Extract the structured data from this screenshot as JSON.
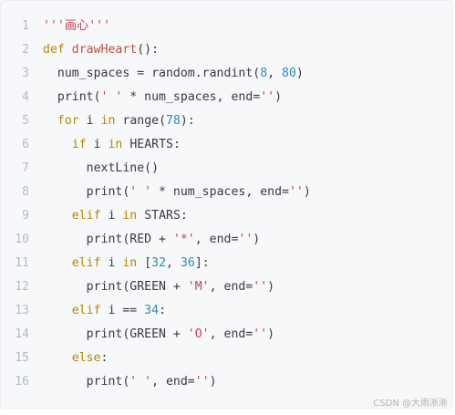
{
  "code": {
    "lines": [
      {
        "number": "1",
        "tokens": [
          {
            "t": "'''画心'''",
            "k": "str"
          }
        ]
      },
      {
        "number": "2",
        "tokens": [
          {
            "t": "def ",
            "k": "kw"
          },
          {
            "t": "drawHeart",
            "k": "fn"
          },
          {
            "t": "():",
            "k": "plain"
          }
        ]
      },
      {
        "number": "3",
        "tokens": [
          {
            "t": "  num_spaces = random.randint(",
            "k": "plain"
          },
          {
            "t": "8",
            "k": "num"
          },
          {
            "t": ", ",
            "k": "plain"
          },
          {
            "t": "80",
            "k": "num"
          },
          {
            "t": ")",
            "k": "plain"
          }
        ]
      },
      {
        "number": "4",
        "tokens": [
          {
            "t": "  print(",
            "k": "plain"
          },
          {
            "t": "' '",
            "k": "str"
          },
          {
            "t": " * num_spaces, end=",
            "k": "plain"
          },
          {
            "t": "''",
            "k": "str"
          },
          {
            "t": ")",
            "k": "plain"
          }
        ]
      },
      {
        "number": "5",
        "tokens": [
          {
            "t": "  ",
            "k": "plain"
          },
          {
            "t": "for",
            "k": "kw"
          },
          {
            "t": " i ",
            "k": "plain"
          },
          {
            "t": "in",
            "k": "kw"
          },
          {
            "t": " range(",
            "k": "plain"
          },
          {
            "t": "78",
            "k": "num"
          },
          {
            "t": "):",
            "k": "plain"
          }
        ]
      },
      {
        "number": "6",
        "tokens": [
          {
            "t": "    ",
            "k": "plain"
          },
          {
            "t": "if",
            "k": "kw"
          },
          {
            "t": " i ",
            "k": "plain"
          },
          {
            "t": "in",
            "k": "kw"
          },
          {
            "t": " HEARTS:",
            "k": "plain"
          }
        ]
      },
      {
        "number": "7",
        "tokens": [
          {
            "t": "      nextLine()",
            "k": "plain"
          }
        ]
      },
      {
        "number": "8",
        "tokens": [
          {
            "t": "      print(",
            "k": "plain"
          },
          {
            "t": "' '",
            "k": "str"
          },
          {
            "t": " * num_spaces, end=",
            "k": "plain"
          },
          {
            "t": "''",
            "k": "str"
          },
          {
            "t": ")",
            "k": "plain"
          }
        ]
      },
      {
        "number": "9",
        "tokens": [
          {
            "t": "    ",
            "k": "plain"
          },
          {
            "t": "elif",
            "k": "kw"
          },
          {
            "t": " i ",
            "k": "plain"
          },
          {
            "t": "in",
            "k": "kw"
          },
          {
            "t": " STARS:",
            "k": "plain"
          }
        ]
      },
      {
        "number": "10",
        "tokens": [
          {
            "t": "      print(RED + ",
            "k": "plain"
          },
          {
            "t": "'*'",
            "k": "str"
          },
          {
            "t": ", end=",
            "k": "plain"
          },
          {
            "t": "''",
            "k": "str"
          },
          {
            "t": ")",
            "k": "plain"
          }
        ]
      },
      {
        "number": "11",
        "tokens": [
          {
            "t": "    ",
            "k": "plain"
          },
          {
            "t": "elif",
            "k": "kw"
          },
          {
            "t": " i ",
            "k": "plain"
          },
          {
            "t": "in",
            "k": "kw"
          },
          {
            "t": " [",
            "k": "plain"
          },
          {
            "t": "32",
            "k": "num"
          },
          {
            "t": ", ",
            "k": "plain"
          },
          {
            "t": "36",
            "k": "num"
          },
          {
            "t": "]:",
            "k": "plain"
          }
        ]
      },
      {
        "number": "12",
        "tokens": [
          {
            "t": "      print(GREEN + ",
            "k": "plain"
          },
          {
            "t": "'M'",
            "k": "str"
          },
          {
            "t": ", end=",
            "k": "plain"
          },
          {
            "t": "''",
            "k": "str"
          },
          {
            "t": ")",
            "k": "plain"
          }
        ]
      },
      {
        "number": "13",
        "tokens": [
          {
            "t": "    ",
            "k": "plain"
          },
          {
            "t": "elif",
            "k": "kw"
          },
          {
            "t": " i == ",
            "k": "plain"
          },
          {
            "t": "34",
            "k": "num"
          },
          {
            "t": ":",
            "k": "plain"
          }
        ]
      },
      {
        "number": "14",
        "tokens": [
          {
            "t": "      print(GREEN + ",
            "k": "plain"
          },
          {
            "t": "'O'",
            "k": "str"
          },
          {
            "t": ", end=",
            "k": "plain"
          },
          {
            "t": "''",
            "k": "str"
          },
          {
            "t": ")",
            "k": "plain"
          }
        ]
      },
      {
        "number": "15",
        "tokens": [
          {
            "t": "    ",
            "k": "plain"
          },
          {
            "t": "else",
            "k": "kw"
          },
          {
            "t": ":",
            "k": "plain"
          }
        ]
      },
      {
        "number": "16",
        "tokens": [
          {
            "t": "      print(",
            "k": "plain"
          },
          {
            "t": "' '",
            "k": "str"
          },
          {
            "t": ", end=",
            "k": "plain"
          },
          {
            "t": "''",
            "k": "str"
          },
          {
            "t": ")",
            "k": "plain"
          }
        ]
      }
    ]
  },
  "watermark": "CSDN @大雨淅淅",
  "colors": {
    "background": "#f7f8fa",
    "keyword": "#b58900",
    "string": "#c4425a",
    "number": "#2f8ab8",
    "function": "#b5533c",
    "text": "#383a42",
    "line_number": "#b4b9c2"
  }
}
